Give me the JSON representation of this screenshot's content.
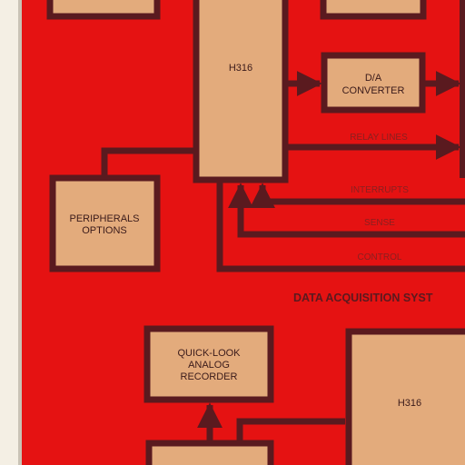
{
  "colors": {
    "background": "#e51212",
    "paper_margin": "#f4efe4",
    "box_fill": "#e3ab7c",
    "box_border": "#5a1a1f",
    "line": "#5a1a1f",
    "line_label": "#8a2020",
    "title": "#5a1a1f"
  },
  "upper_system": {
    "cpu_label": "H316",
    "da_converter_label": [
      "D/A",
      "CONVERTER"
    ],
    "peripherals_label": [
      "PERIPHERALS",
      "OPTIONS"
    ],
    "relay_lines_label": "RELAY LINES",
    "interrupts_label": "INTERRUPTS",
    "sense_label": "SENSE",
    "control_label": "CONTROL"
  },
  "section_title": "DATA ACQUISITION SYST",
  "lower_system": {
    "recorder_label": [
      "QUICK-LOOK",
      "ANALOG",
      "RECORDER"
    ],
    "cpu_label": "H316"
  }
}
